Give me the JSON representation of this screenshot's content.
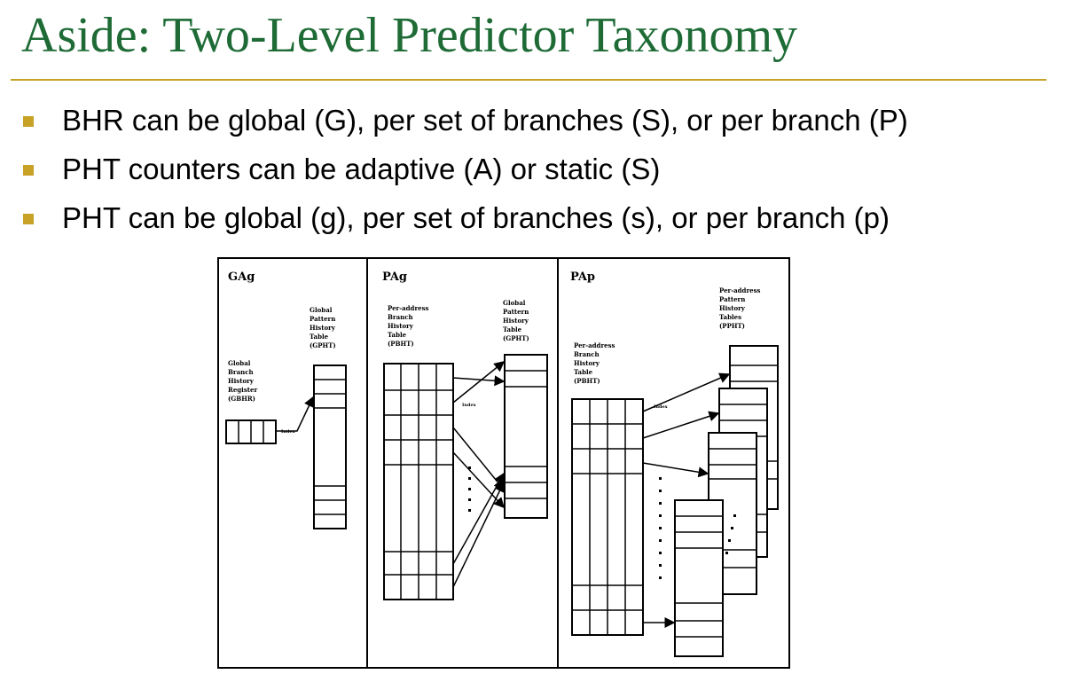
{
  "slide": {
    "title": "Aside: Two-Level Predictor Taxonomy",
    "bullets": [
      "BHR can be global (G), per set of branches (S), or per branch (P)",
      "PHT counters can be adaptive (A) or static (S)",
      "PHT can be global (g), per set of branches (s), or per branch (p)"
    ]
  },
  "colors": {
    "title": "#1e6b36",
    "accent": "#c8a227",
    "text": "#000000"
  },
  "figure": {
    "panels": [
      {
        "name": "GAg",
        "bhr_label": [
          "Global",
          "Branch",
          "History",
          "Register",
          "(GBHR)"
        ],
        "pht_label": [
          "Global",
          "Pattern",
          "History",
          "Table",
          "(GPHT)"
        ],
        "index_label": "Index"
      },
      {
        "name": "PAg",
        "bhr_label": [
          "Per-address",
          "Branch",
          "History",
          "Table",
          "(PBHT)"
        ],
        "pht_label": [
          "Global",
          "Pattern",
          "History",
          "Table",
          "(GPHT)"
        ],
        "index_label": "Index"
      },
      {
        "name": "PAp",
        "bhr_label": [
          "Per-address",
          "Branch",
          "History",
          "Table",
          "(PBHT)"
        ],
        "pht_label": [
          "Per-address",
          "Pattern",
          "History",
          "Tables",
          "(PPHT)"
        ],
        "index_label": "Index"
      }
    ]
  }
}
